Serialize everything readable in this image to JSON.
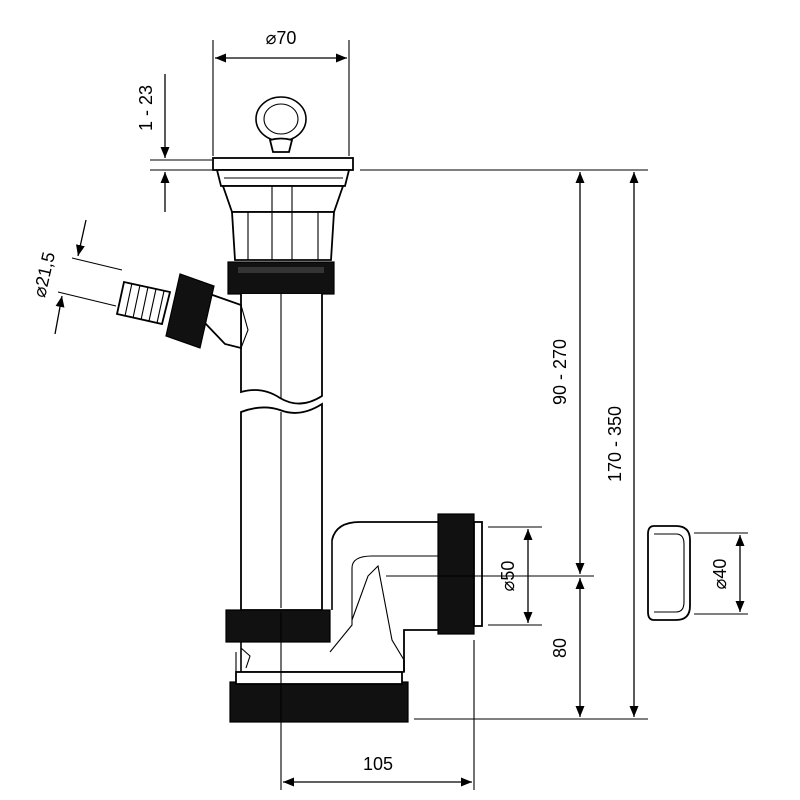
{
  "dimensions": {
    "strainer_diameter": "⌀70",
    "rim_thickness": "1 - 23",
    "hose_nozzle_diameter": "⌀21,5",
    "upper_height": "90 - 270",
    "total_height": "170 - 350",
    "outlet_diameter": "⌀50",
    "outlet_height": "80",
    "horizontal_offset": "105",
    "cap_diameter": "⌀40"
  },
  "colors": {
    "ink": "#000000",
    "seal": "#111111",
    "paper": "#ffffff"
  }
}
